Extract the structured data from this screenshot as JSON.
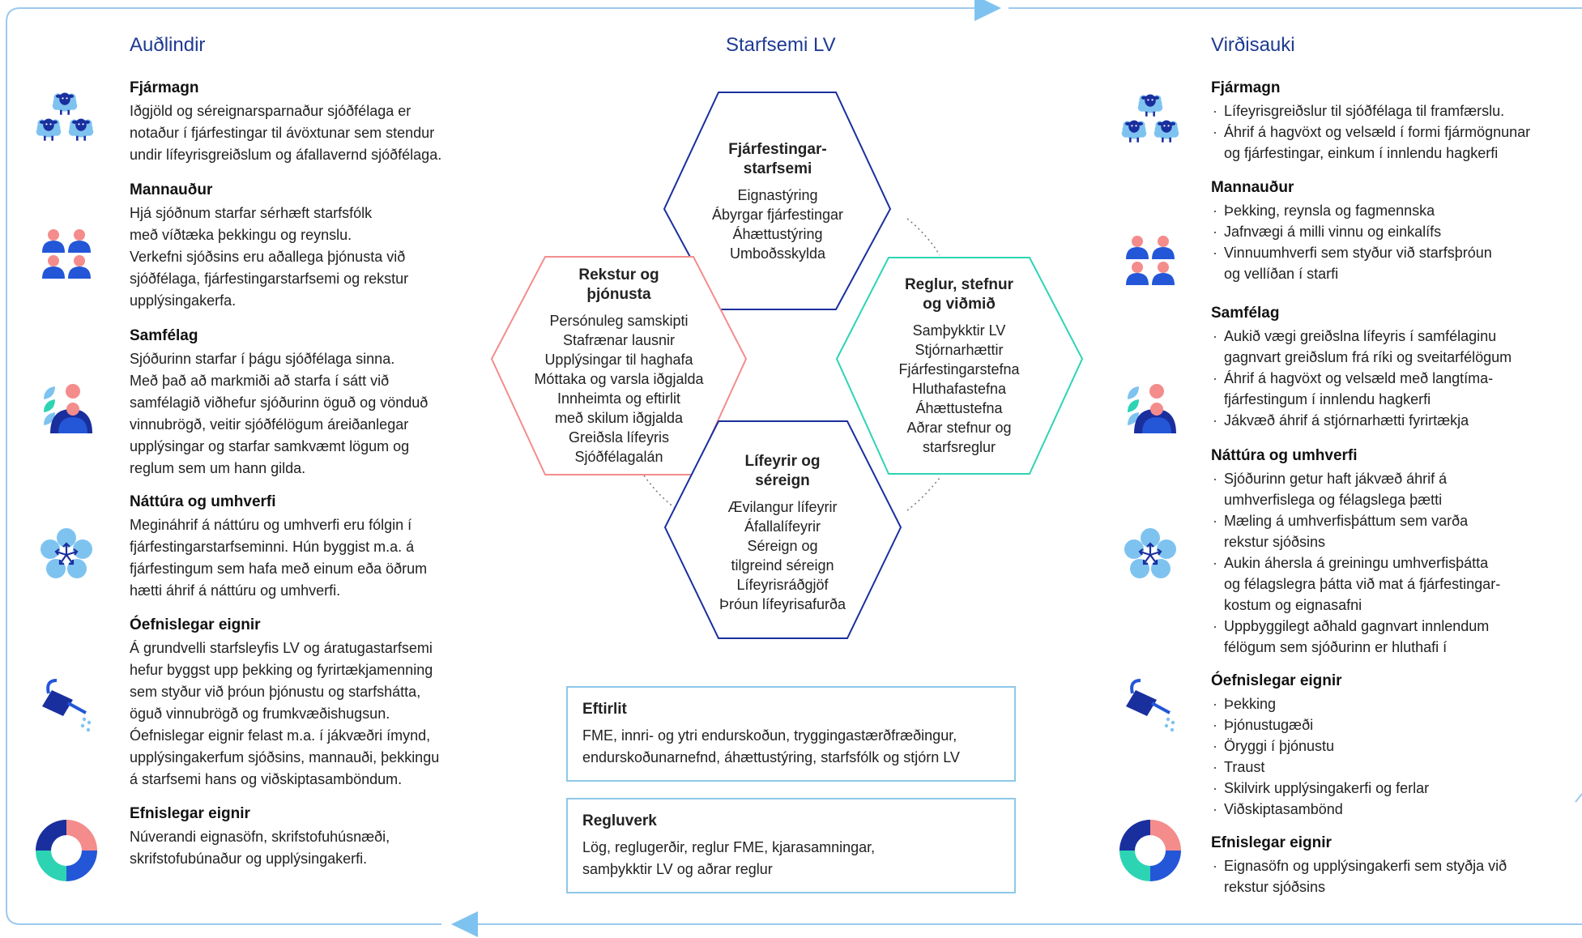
{
  "colors": {
    "title": "#1f3a93",
    "navy": "#1a2f9e",
    "blue": "#2357d8",
    "light_blue": "#7ec3f0",
    "pink": "#f48c8c",
    "teal": "#2dd4b4",
    "frame": "#9cc9ee"
  },
  "left": {
    "title": "Auðlindir",
    "sections": [
      {
        "icon": "sheep-icon",
        "heading": "Fjármagn",
        "text": "Iðgjöld og séreignarsparnaður sjóðfélaga er\nnotaður í fjárfestingar til ávöxtunar sem stendur\nundir lífeyrisgreiðslum og áfallavernd sjóðfélaga."
      },
      {
        "icon": "people-icon",
        "heading": "Mannauður",
        "text": "Hjá sjóðnum starfar sérhæft starfsfólk\nmeð víðtæka þekkingu og reynslu.\nVerkefni sjóðsins eru aðallega þjónusta við\nsjóðfélaga, fjárfestingarstarfsemi og rekstur\nupplýsingakerfa."
      },
      {
        "icon": "community-icon",
        "heading": "Samfélag",
        "text": "Sjóðurinn starfar í þágu sjóðfélaga sinna.\nMeð það að markmiði að starfa í sátt við\nsamfélagið viðhefur sjóðurinn öguð og vönduð\nvinnubrögð, veitir sjóðfélögum áreiðanlegar\nupplýsingar og starfar samkvæmt lögum og\nreglum sem um hann gilda."
      },
      {
        "icon": "flower-icon",
        "heading": "Náttúra og umhverfi",
        "text": "Megináhrif á náttúru og umhverfi eru fólgin í\nfjárfestingarstarfseminni. Hún byggist m.a. á\nfjárfestingum sem hafa með einum eða öðrum\nhætti áhrif á náttúru og umhverfi."
      },
      {
        "icon": "watering-can-icon",
        "heading": "Óefnislegar eignir",
        "text": "Á grundvelli starfsleyfis LV og áratugastarfsemi\nhefur byggst upp þekking og fyrirtækjamenning\nsem styður við þróun þjónustu og starfshátta,\nöguð vinnubrögð og frumkvæðishugsun.\nÓefnislegar eignir felast m.a. í jákvæðri ímynd,\nupplýsingakerfum sjóðsins, mannauði, þekkingu\ná starfsemi hans og viðskiptasamböndum."
      },
      {
        "icon": "donut-icon",
        "heading": "Efnislegar eignir",
        "text": "Núverandi eignasöfn, skrifstofuhúsnæði,\nskrifstofubúnaður og upplýsingakerfi."
      }
    ]
  },
  "center": {
    "title": "Starfsemi LV",
    "hexagons": [
      {
        "title": "Fjárfestingar-\nstarfsemi",
        "items": [
          "Eignastýring",
          "Ábyrgar fjárfestingar",
          "Áhættustýring",
          "Umboðsskylda"
        ]
      },
      {
        "title": "Rekstur og\nþjónusta",
        "items": [
          "Persónuleg samskipti",
          "Stafrænar lausnir",
          "Upplýsingar til haghafa",
          "Móttaka og varsla iðgjalda",
          "Innheimta og eftirlit",
          "með skilum iðgjalda",
          "Greiðsla lífeyris",
          "Sjóðfélagalán"
        ]
      },
      {
        "title": "Reglur, stefnur\nog viðmið",
        "items": [
          "Samþykktir LV",
          "Stjórnarhættir",
          "Fjárfestingarstefna",
          "Hluthafastefna",
          "Áhættustefna",
          "Aðrar stefnur og",
          "starfsreglur"
        ]
      },
      {
        "title": "Lífeyrir og\nséreign",
        "items": [
          "Ævilangur lífeyrir",
          "Áfallalífeyrir",
          "Séreign og",
          "tilgreind séreign",
          "Lífeyrisráðgjöf",
          "Þróun lífeyrisafurða"
        ]
      }
    ],
    "boxes": [
      {
        "heading": "Eftirlit",
        "text": "FME, innri- og ytri endurskoðun, tryggingastærðfræðingur,\nendurskoðunarnefnd, áhættustýring, starfsfólk og stjórn LV"
      },
      {
        "heading": "Regluverk",
        "text": "Lög, reglugerðir, reglur FME, kjarasamningar,\nsamþykktir LV og aðrar reglur"
      }
    ]
  },
  "right": {
    "title": "Virðisauki",
    "sections": [
      {
        "icon": "sheep-icon",
        "heading": "Fjármagn",
        "bullets": [
          "Lífeyrisgreiðslur til sjóðfélaga til framfærslu.",
          "Áhrif á hagvöxt og velsæld í formi fjármögnunar\nog fjárfestingar, einkum í innlendu hagkerfi"
        ]
      },
      {
        "icon": "people-icon",
        "heading": "Mannauður",
        "bullets": [
          "Þekking, reynsla og fagmennska",
          "Jafnvægi á milli vinnu og einkalífs",
          "Vinnuumhverfi sem styður við starfsþróun\nog vellíðan í starfi"
        ]
      },
      {
        "icon": "community-icon",
        "heading": "Samfélag",
        "bullets": [
          "Aukið vægi greiðslna lífeyris í samfélaginu\ngagnvart greiðslum frá ríki og sveitarfélögum",
          "Áhrif á hagvöxt og velsæld með langtíma-\nfjárfestingum í innlendu hagkerfi",
          "Jákvæð áhrif á stjórnarhætti fyrirtækja"
        ]
      },
      {
        "icon": "flower-icon",
        "heading": "Náttúra og umhverfi",
        "bullets": [
          "Sjóðurinn getur haft jákvæð áhrif á\numhverfislega og félagslega þætti",
          "Mæling á umhverfisþáttum sem varða\nrekstur sjóðsins",
          "Aukin áhersla á greiningu umhverfisþátta\nog félagslegra þátta við mat á fjárfestingar-\nkostum og eignasafni",
          "Uppbyggilegt aðhald gagnvart innlendum\nfélögum sem sjóðurinn er hluthafi í"
        ]
      },
      {
        "icon": "watering-can-icon",
        "heading": "Óefnislegar eignir",
        "bullets": [
          "Þekking",
          "Þjónustugæði",
          "Öryggi í þjónustu",
          "Traust",
          "Skilvirk upplýsingakerfi og ferlar",
          "Viðskiptasambönd"
        ]
      },
      {
        "icon": "donut-icon",
        "heading": "Efnislegar eignir",
        "bullets": [
          "Eignasöfn og upplýsingakerfi sem styðja við\nrekstur sjóðsins"
        ]
      }
    ]
  }
}
